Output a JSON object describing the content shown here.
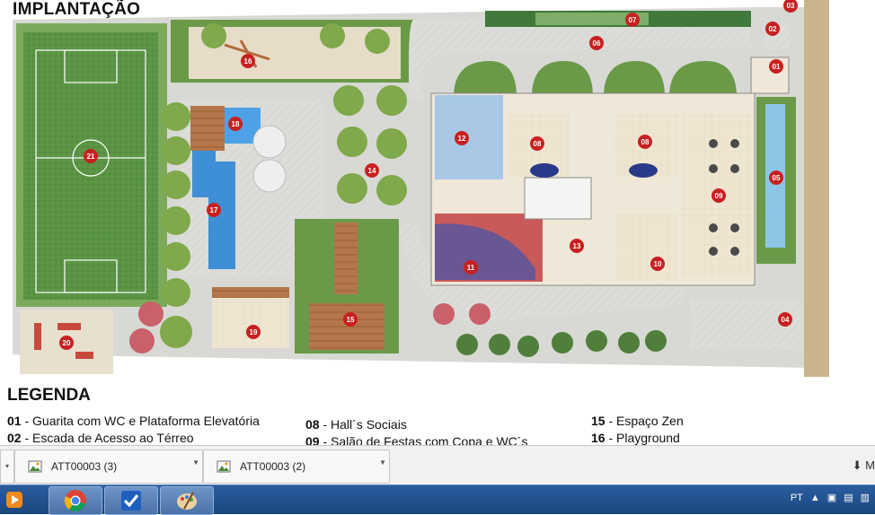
{
  "page": {
    "title": "IMPLANTAÇÃO"
  },
  "plan_markers": [
    {
      "n": "01"
    },
    {
      "n": "02"
    },
    {
      "n": "03"
    },
    {
      "n": "04"
    },
    {
      "n": "05"
    },
    {
      "n": "06"
    },
    {
      "n": "07"
    },
    {
      "n": "08"
    },
    {
      "n": "08"
    },
    {
      "n": "09"
    },
    {
      "n": "10"
    },
    {
      "n": "11"
    },
    {
      "n": "12"
    },
    {
      "n": "13"
    },
    {
      "n": "14"
    },
    {
      "n": "15"
    },
    {
      "n": "16"
    },
    {
      "n": "17"
    },
    {
      "n": "18"
    },
    {
      "n": "19"
    },
    {
      "n": "20"
    },
    {
      "n": "21"
    }
  ],
  "legend": {
    "title": "LEGENDA",
    "col1": [
      {
        "num": "01",
        "text": " - Guarita com WC e Plataforma Elevatória"
      },
      {
        "num": "02",
        "text": " - Escada de Acesso ao Térreo"
      }
    ],
    "col2": [
      {
        "num": "08",
        "text": " - Hall´s Sociais"
      },
      {
        "num": "09",
        "text": " - Salão de Festas com Copa e WC´s"
      }
    ],
    "col3": [
      {
        "num": "15",
        "text": " - Espaço Zen"
      },
      {
        "num": "16",
        "text": " - Playground"
      }
    ]
  },
  "downloads": {
    "items": [
      {
        "filename": "ATT00003 (3)"
      },
      {
        "filename": "ATT00003 (2)"
      }
    ]
  },
  "taskbar": {
    "apps": [
      "media-player-icon",
      "chrome-icon",
      "tasks-check-icon",
      "paint-icon"
    ],
    "language": "PT"
  },
  "colors": {
    "lawn": "#4e8a3a",
    "garden": "#6a9a48",
    "pool": "#3f8fd6",
    "deck": "#b9784a",
    "paving": "#d9d9d6",
    "building": "#efe7d8",
    "marker": "#c82020",
    "taskbar": "#1c477f"
  }
}
